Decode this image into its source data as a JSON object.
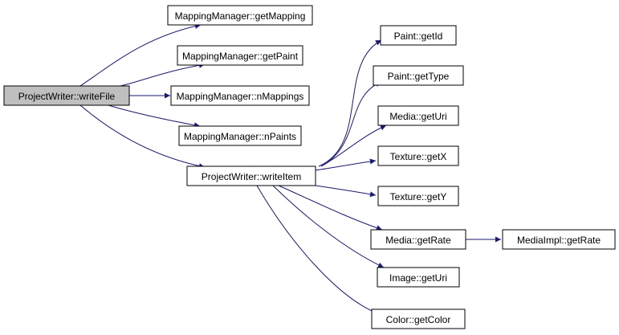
{
  "diagram": {
    "type": "call-graph",
    "colors": {
      "edge": "#191970",
      "node_border": "#000000",
      "node_fill": "#ffffff",
      "root_fill": "#bfbfbf"
    },
    "nodes": [
      {
        "id": "n0",
        "label": "ProjectWriter::writeFile",
        "root": true
      },
      {
        "id": "n1",
        "label": "MappingManager::getMapping"
      },
      {
        "id": "n2",
        "label": "MappingManager::getPaint"
      },
      {
        "id": "n3",
        "label": "MappingManager::nMappings"
      },
      {
        "id": "n4",
        "label": "MappingManager::nPaints"
      },
      {
        "id": "n5",
        "label": "ProjectWriter::writeItem"
      },
      {
        "id": "n6",
        "label": "Paint::getId"
      },
      {
        "id": "n7",
        "label": "Paint::getType"
      },
      {
        "id": "n8",
        "label": "Media::getUri"
      },
      {
        "id": "n9",
        "label": "Texture::getX"
      },
      {
        "id": "n10",
        "label": "Texture::getY"
      },
      {
        "id": "n11",
        "label": "Media::getRate"
      },
      {
        "id": "n12",
        "label": "Image::getUri"
      },
      {
        "id": "n13",
        "label": "Color::getColor"
      },
      {
        "id": "n14",
        "label": "MediaImpl::getRate"
      }
    ],
    "edges": [
      {
        "from": "n0",
        "to": "n1"
      },
      {
        "from": "n0",
        "to": "n2"
      },
      {
        "from": "n0",
        "to": "n3"
      },
      {
        "from": "n0",
        "to": "n4"
      },
      {
        "from": "n0",
        "to": "n5"
      },
      {
        "from": "n5",
        "to": "n6"
      },
      {
        "from": "n5",
        "to": "n7"
      },
      {
        "from": "n5",
        "to": "n8"
      },
      {
        "from": "n5",
        "to": "n9"
      },
      {
        "from": "n5",
        "to": "n10"
      },
      {
        "from": "n5",
        "to": "n11"
      },
      {
        "from": "n5",
        "to": "n12"
      },
      {
        "from": "n5",
        "to": "n13"
      },
      {
        "from": "n11",
        "to": "n14"
      }
    ]
  }
}
